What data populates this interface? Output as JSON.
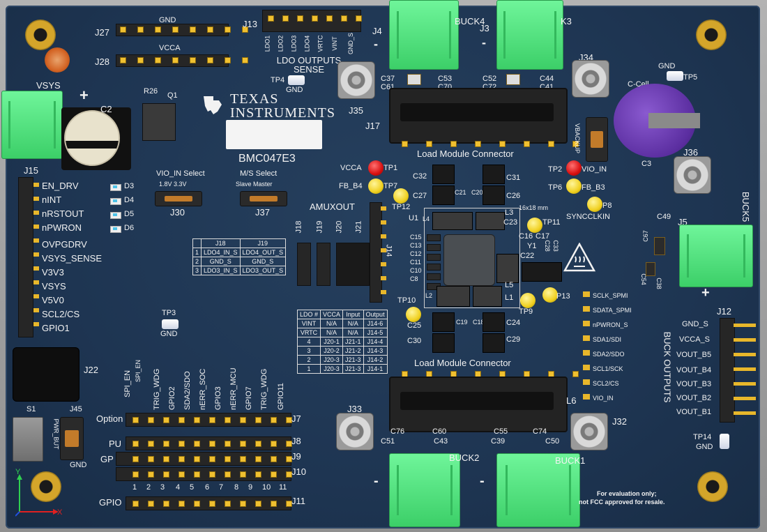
{
  "board": {
    "ti_logo_line1": "TEXAS",
    "ti_logo_line2": "INSTRUMENTS",
    "board_name": "BMC047E3",
    "ti_logo_icon": "ti-logo-icon",
    "hazard_icon": "hot-surface-warning-icon",
    "axis_y": "Y",
    "axis_x": "X",
    "eval_note_line1": "For evaluation only;",
    "eval_note_line2": "not FCC approved for resale.",
    "colors": {
      "pcb": "#1e3552",
      "silk": "#f2f2f2",
      "terminal": "#4fe07f",
      "gold": "#e8b72b"
    }
  },
  "labels": {
    "vsys": "VSYS",
    "plus": "+",
    "minus": "-",
    "j27": "J27",
    "j28": "J28",
    "gnd_top": "GND",
    "vcca_top": "VCCA",
    "j13": "J13",
    "ldo_pins": [
      "LDO1",
      "LDO2",
      "LDO3",
      "LDO4",
      "VRTC",
      "VINT",
      "GND_S"
    ],
    "ldo_outputs_sense": "LDO OUTPUTS SENSE",
    "tp4": "TP4",
    "tp4_gnd": "GND",
    "j4": "J4",
    "buck4": "BUCK4",
    "j3": "J3",
    "buck3": "K3",
    "j34": "J34",
    "j35": "J35",
    "j17": "J17",
    "c37": "C37",
    "c61": "C61",
    "c53": "C53",
    "c70": "C70",
    "c52": "C52",
    "c72": "C72",
    "c44": "C44",
    "c41": "C41",
    "load_module_top": "Load Module Connector",
    "load_module_bottom": "Load Module Connector",
    "gnd_tp5": "GND",
    "tp5": "TP5",
    "ccell": "C-Cell",
    "vbackup": "VBACKUP",
    "c3": "C3",
    "r26": "R26",
    "q1": "Q1",
    "c2": "C2",
    "j15": "J15",
    "j15_pins": [
      "EN_DRV",
      "nINT",
      "nRSTOUT",
      "nPWRON",
      "OVPGDRV",
      "VSYS_SENSE",
      "V3V3",
      "VSYS",
      "V5V0",
      "SCL2/CS",
      "GPIO1"
    ],
    "d3": "D3",
    "d4": "D4",
    "d5": "D5",
    "d6": "D6",
    "vio_in_select": "VIO_IN Select",
    "vio_opts": "1.8V 3.3V",
    "j30": "J30",
    "ms_select": "M/S Select",
    "ms_opts": "Slave Master",
    "j37": "J37",
    "vcca_tp": "VCCA",
    "tp1": "TP1",
    "fb_b4": "FB_B4",
    "tp7": "TP7",
    "tp12": "TP12",
    "amuxout": "AMUXOUT",
    "c32": "C32",
    "c27": "C27",
    "c21": "C21",
    "c20": "C20",
    "c31": "C31",
    "c26": "C26",
    "tp2": "TP2",
    "vio_in_tp": "VIO_IN",
    "tp6": "TP6",
    "fb_b3": "FB_B3",
    "tp8": "P8",
    "synccklin": "SYNCCLKIN",
    "tp11": "TP11",
    "size_note": "16x18 mm",
    "u1": "U1",
    "l4": "L4",
    "l3": "L3",
    "c23": "C23",
    "c15": "C15",
    "c13": "C13",
    "c12": "C12",
    "c11": "C11",
    "c10": "C10",
    "c8": "C8",
    "c16": "C16",
    "c17": "C17",
    "y1": "Y1",
    "c33": "C33",
    "c28": "C28",
    "c22": "C22",
    "l5": "L5",
    "l2": "L2",
    "l1": "L1",
    "tp13": "P13",
    "tp9": "TP9",
    "tp10": "TP10",
    "c25": "C25",
    "c19": "C19",
    "c18": "C18",
    "c24": "C24",
    "c30": "C30",
    "c29": "C29",
    "j36": "J36",
    "j5": "J5",
    "buck5": "BUCK5",
    "c49": "C49",
    "c67": "C67",
    "c54": "C54",
    "c38": "C38",
    "j18": "J18",
    "j19": "J19",
    "j20": "J20",
    "j21": "J21",
    "j14": "J14",
    "tp3": "TP3",
    "tp3_gnd": "GND",
    "j22": "J22",
    "s1": "S1",
    "pwr_but": "PWR_BUT",
    "j45": "J45",
    "gnd_j45": "GND",
    "option": "Option",
    "pu": "PU",
    "gp": "GP",
    "j7": "J7",
    "j8": "J8",
    "j9": "J9",
    "j10": "J10",
    "j11": "J11",
    "gpio_bottom": "GPIO",
    "header_pins": [
      "SPI_EN",
      "TRIG_WDG",
      "GPIO2",
      "SDA2/SDO",
      "nERR_SOC",
      "GPIO3",
      "nERR_MCU",
      "GPIO7",
      "TRIG_WDG",
      "GPIO11"
    ],
    "pin_numbers": [
      "1",
      "2",
      "3",
      "4",
      "5",
      "6",
      "7",
      "8",
      "9",
      "10",
      "11"
    ],
    "j33": "J33",
    "j32": "J32",
    "c76": "C76",
    "c60": "C60",
    "c51": "C51",
    "c43": "C43",
    "c55": "C55",
    "c74": "C74",
    "c39": "C39",
    "c50": "C50",
    "buck2": "BUCK2",
    "buck1": "BUCK1",
    "spmi_pins": [
      "SCLK_SPMI",
      "SDATA_SPMI",
      "nPWRON_S",
      "SDA1/SDI",
      "SDA2/SDO",
      "SCL1/SCK",
      "SCL2/CS",
      "VIO_IN"
    ],
    "l6": "L6",
    "buck_outputs": "BUCK OUTPUTS",
    "j12": "J12",
    "j12_pins": [
      "GND_S",
      "VCCA_S",
      "VOUT_B5",
      "VOUT_B4",
      "VOUT_B3",
      "VOUT_B2",
      "VOUT_B1"
    ],
    "tp14": "TP14",
    "tp14_gnd": "GND"
  },
  "ldo_table": {
    "headers": [
      "",
      "J18",
      "J19"
    ],
    "rows": [
      [
        "1",
        "LDO4_IN_S",
        "LDO4_OUT_S"
      ],
      [
        "2",
        "GND_S",
        "GND_S"
      ],
      [
        "3",
        "LDO3_IN_S",
        "LDO3_OUT_S"
      ]
    ]
  },
  "vcca_table": {
    "headers": [
      "LDO #",
      "VCCA",
      "Input",
      "Output"
    ],
    "rows": [
      [
        "VINT",
        "N/A",
        "N/A",
        "J14-6"
      ],
      [
        "VRTC",
        "N/A",
        "N/A",
        "J14-5"
      ],
      [
        "4",
        "J20-1",
        "J21-1",
        "J14-4"
      ],
      [
        "3",
        "J20-2",
        "J21-2",
        "J14-3"
      ],
      [
        "2",
        "J20-3",
        "J21-3",
        "J14-2"
      ],
      [
        "1",
        "J20-3",
        "J21-3",
        "J14-1"
      ]
    ]
  }
}
